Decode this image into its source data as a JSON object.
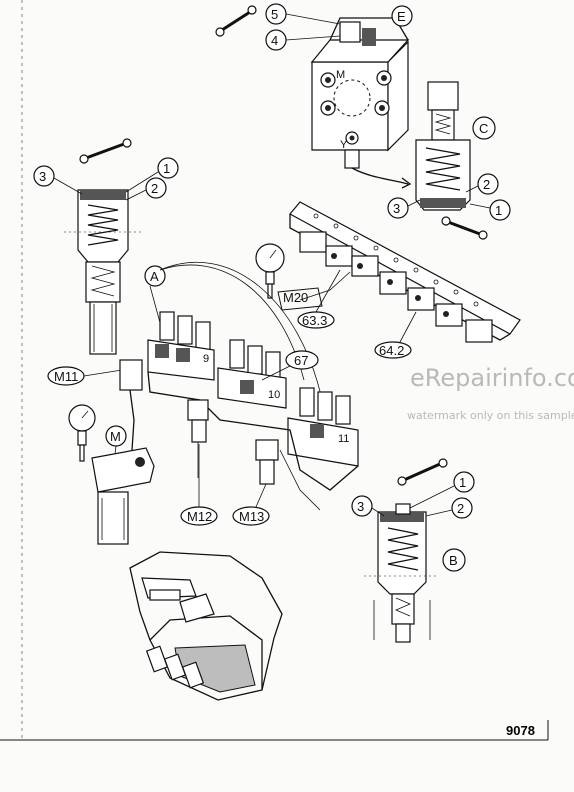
{
  "callouts": {
    "top": {
      "n5": "5",
      "n4": "4",
      "E": "E",
      "M": "M",
      "Y": "Y"
    },
    "left_valve": {
      "n3": "3",
      "n1": "1",
      "n2": "2"
    },
    "right_valve_c": {
      "C": "C",
      "n2": "2",
      "n3": "3",
      "n1": "1"
    },
    "center": {
      "A": "A",
      "M20": "M20",
      "c633": "63.3",
      "c642": "64.2",
      "c67": "67",
      "M11": "M11",
      "M": "M",
      "M12": "M12",
      "M13": "M13"
    },
    "numbers": {
      "n9": "9",
      "n10": "10",
      "n11": "11"
    },
    "bottom_valve_b": {
      "n1": "1",
      "n2": "2",
      "n3": "3",
      "B": "B"
    }
  },
  "watermark": {
    "brand": "eRepairinfo.com",
    "note": "watermark only on this sample"
  },
  "figure_number": "9078"
}
